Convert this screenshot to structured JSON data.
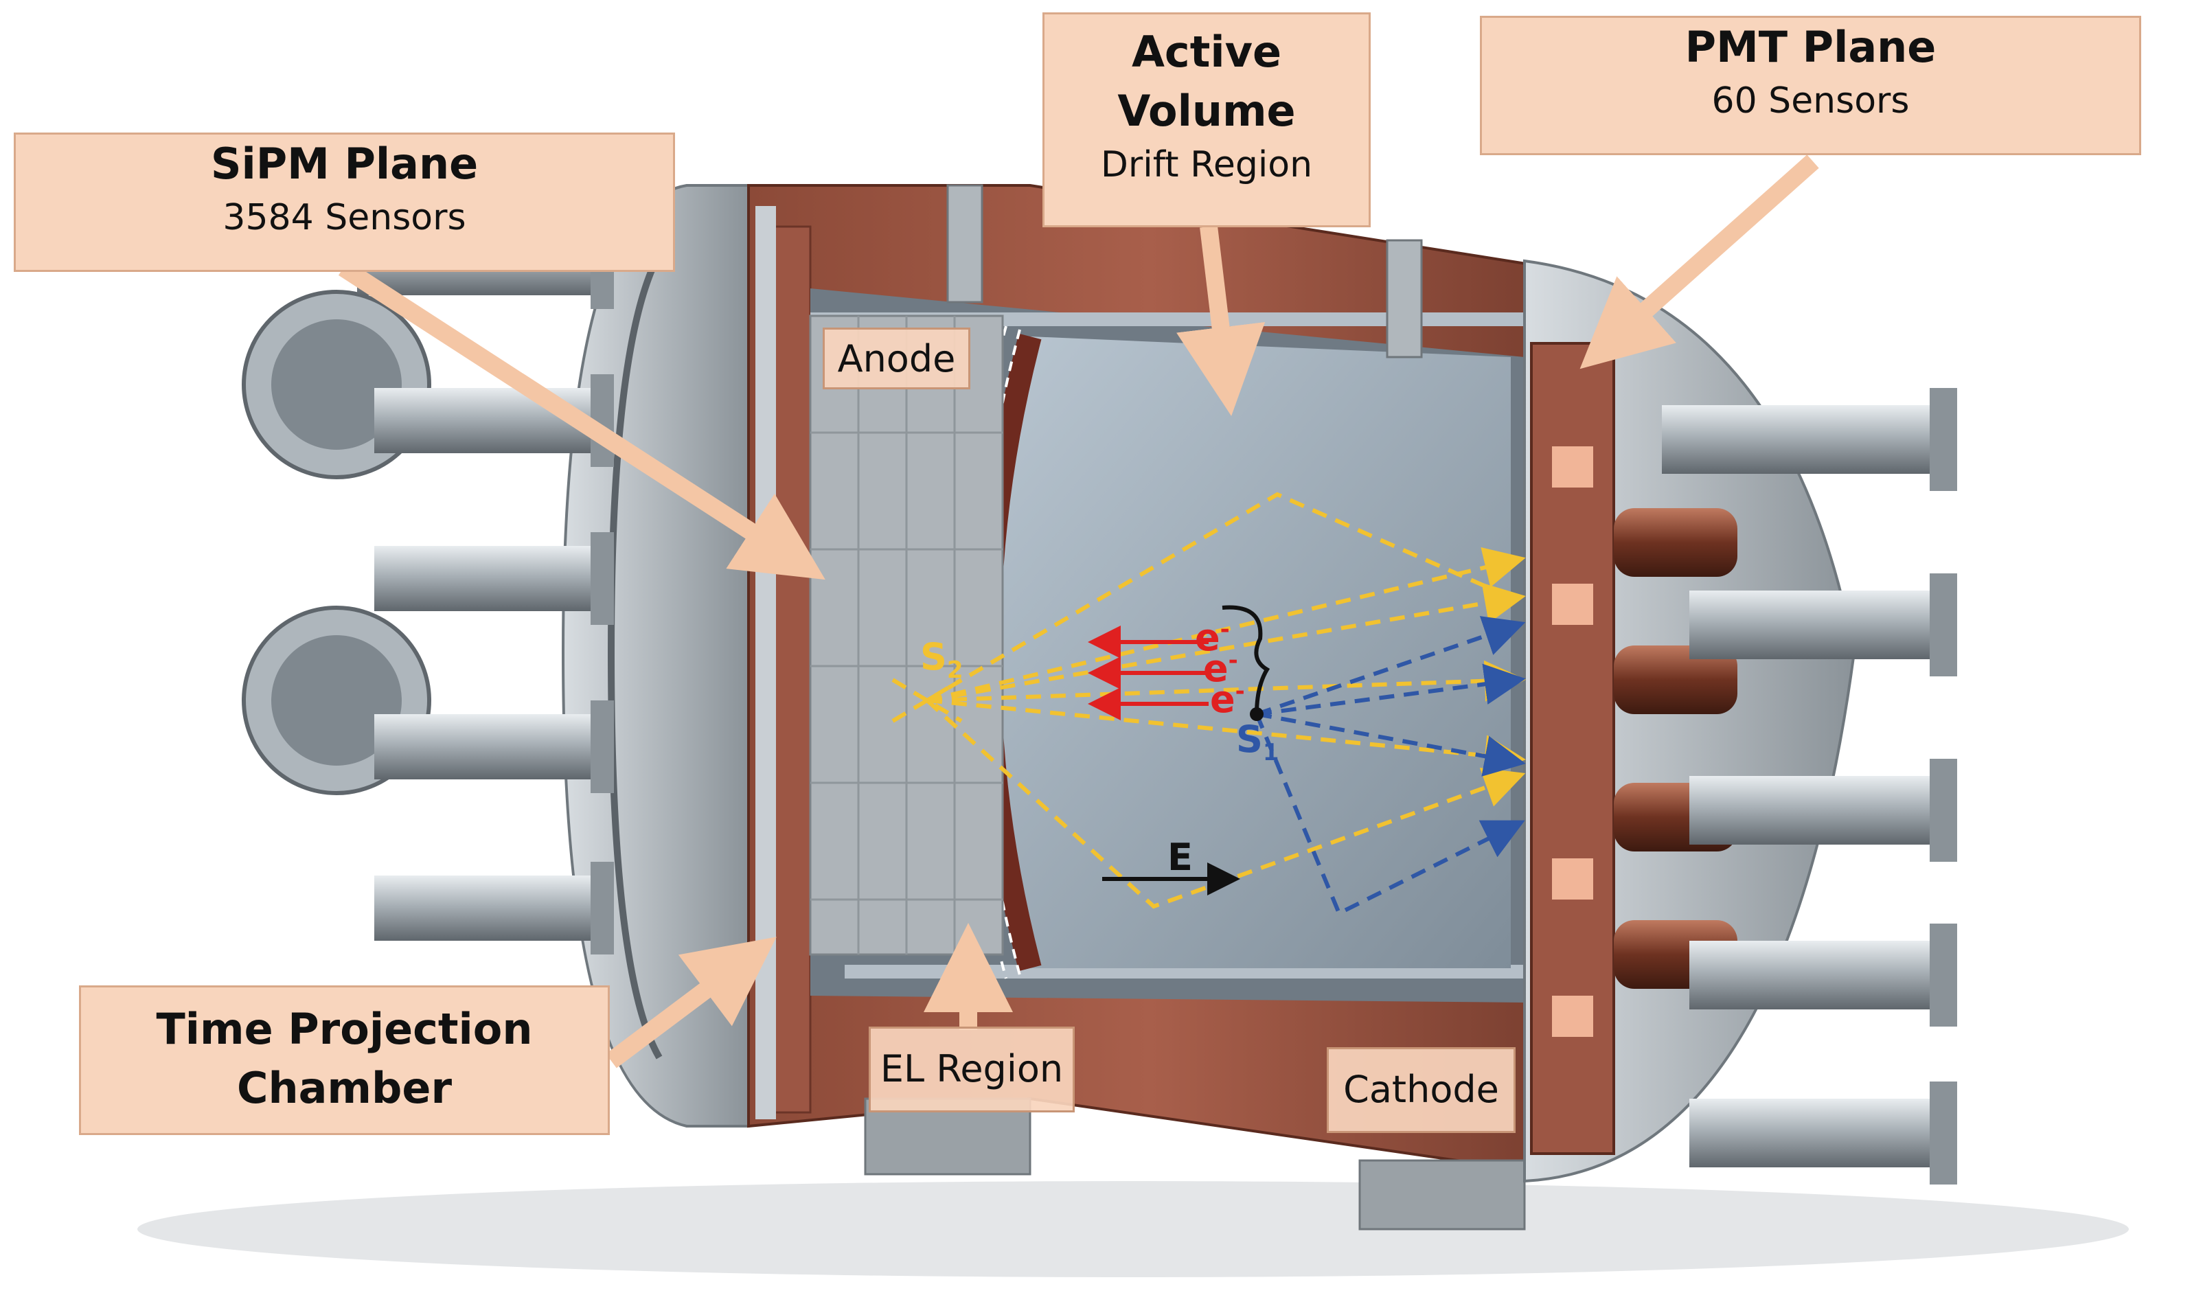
{
  "callouts": {
    "sipm": {
      "title": "SiPM Plane",
      "subtitle": "3584 Sensors"
    },
    "active": {
      "title_line1": "Active",
      "title_line2": "Volume",
      "subtitle": "Drift Region"
    },
    "pmt": {
      "title": "PMT Plane",
      "subtitle": "60 Sensors"
    },
    "tpc": {
      "title_line1": "Time Projection",
      "title_line2": "Chamber"
    }
  },
  "tags": {
    "anode": "Anode",
    "el_region": "EL Region",
    "cathode": "Cathode"
  },
  "symbols": {
    "s2": {
      "base": "S",
      "sub": "2"
    },
    "s1": {
      "base": "S",
      "sub": "1"
    },
    "electron": {
      "base": "e",
      "sup": "-"
    },
    "field": "E"
  },
  "colors": {
    "callout_fill": "#f8d5bd",
    "copper": "#9a5442",
    "steel": "#8e979f",
    "s2_light": "#f2c230",
    "s1_light": "#2f57a6",
    "electron": "#e02020"
  }
}
